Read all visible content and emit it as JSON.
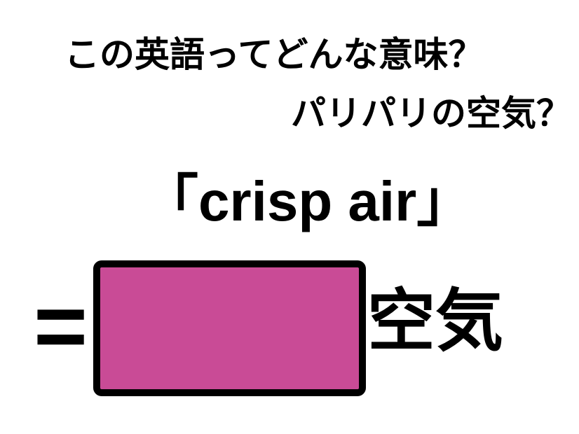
{
  "card": {
    "background_color": "#ffffff",
    "text_color": "#000000"
  },
  "heading": {
    "line1": "この英語ってどんな意味？",
    "line2": "パリパリの空気？"
  },
  "phrase": {
    "text": "「crisp air」"
  },
  "equation": {
    "equals_sign": "=",
    "answer_label": "空気",
    "answer_box_color": "#C94B96",
    "answer_box_border_color": "#000000"
  }
}
